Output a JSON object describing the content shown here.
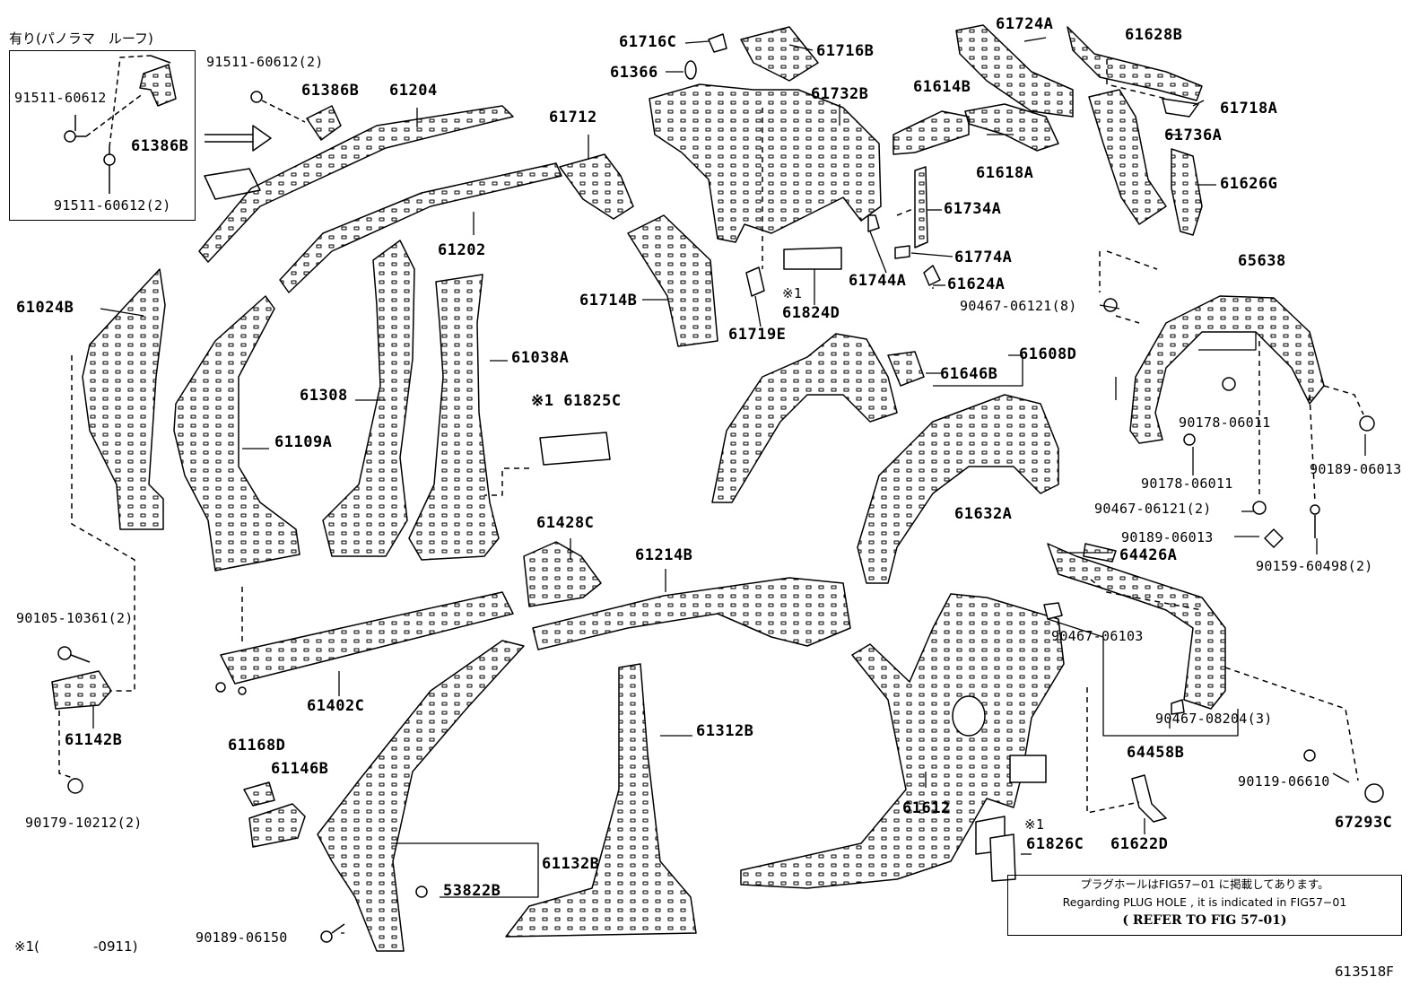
{
  "header": {
    "inset_title": "有り(パノラマ　ルーフ)"
  },
  "inset": {
    "labels": [
      "91511-60612(2)",
      "91511-60612",
      "61386B",
      "91511-60612(2)"
    ]
  },
  "labels": {
    "p61386B": "61386B",
    "p61204": "61204",
    "p61202": "61202",
    "p61024B": "61024B",
    "p61109A": "61109A",
    "p61308": "61308",
    "p61038A": "61038A",
    "p61825C": "※1 61825C",
    "p61712": "61712",
    "p61714B": "61714B",
    "p61716C": "61716C",
    "p61366": "61366",
    "p61716B": "61716B",
    "p61732B": "61732B",
    "p61719E": "61719E",
    "p61824D": "61824D",
    "p61824D_mark": "※1",
    "p61724A": "61724A",
    "p61628B": "61628B",
    "p61614B": "61614B",
    "p61618A": "61618A",
    "p61718A": "61718A",
    "p61736A": "61736A",
    "p61626G": "61626G",
    "p61734A": "61734A",
    "p61774A": "61774A",
    "p61744A": "61744A",
    "p61624A": "61624A",
    "p65638": "65638",
    "p90467a": "90467-06121(8)",
    "p61608D": "61608D",
    "p61646B": "61646B",
    "p90178a": "90178-06011",
    "p90178b": "90178-06011",
    "p90189a": "90189-06013",
    "p90467b": "90467-06121(2)",
    "p90189b": "90189-06013",
    "p90159": "90159-60498(2)",
    "p61632A": "61632A",
    "p64426A": "64426A",
    "p61428C": "61428C",
    "p61214B": "61214B",
    "p61402C": "61402C",
    "p90105": "90105-10361(2)",
    "p61142B": "61142B",
    "p90179": "90179-10212(2)",
    "p61168D": "61168D",
    "p61146B": "61146B",
    "p61312B": "61312B",
    "p61132B": "61132B",
    "p53822B": "53822B",
    "p90189c": "90189-06150",
    "p90467c": "90467-06103",
    "p90467d": "90467-08204(3)",
    "p64458B": "64458B",
    "p90119": "90119-06610",
    "p67293C": "67293C",
    "p61612": "61612",
    "p61826C": "61826C",
    "p61826C_mark": "※1",
    "p61622D": "61622D"
  },
  "footnote": {
    "mark": "※1(",
    "range": "-0911)"
  },
  "note": {
    "line1": "プラグホールはFIG57−01 に掲載してあります。",
    "line2": "Regarding PLUG HOLE , it is indicated in FIG57−01",
    "line3": "( REFER TO FIG 57-01)"
  },
  "figure_id": "613518F"
}
